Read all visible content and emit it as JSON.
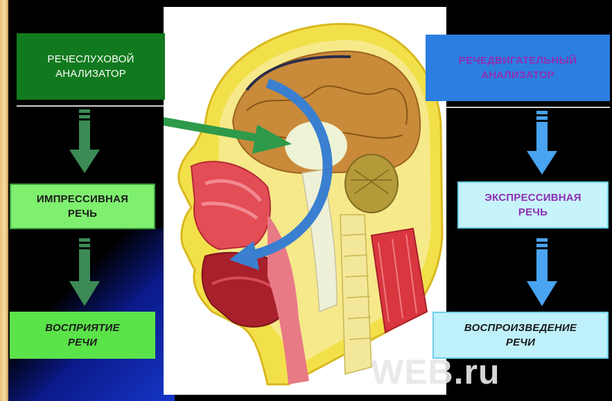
{
  "boxes": {
    "auditory_analyzer": [
      "РЕЧЕСЛУХОВОЙ",
      "АНАЛИЗАТОР"
    ],
    "motor_analyzer": [
      "РЕЧЕДВИГАТЕЛЬНЫЙ",
      "АНАЛИЗАТОР"
    ],
    "impressive_speech": [
      "ИМПРЕССИВНАЯ",
      "РЕЧЬ"
    ],
    "speech_perception": [
      "ВОСПРИЯТИЕ",
      "РЕЧИ"
    ],
    "expressive_speech": [
      "ЭКСПРЕССИВНАЯ",
      "РЕЧЬ"
    ],
    "speech_reproduction": [
      "ВОСПРОИЗВЕДЕНИЕ",
      "РЕЧИ"
    ]
  },
  "watermark": "WEB.ru",
  "colors": {
    "auditory": "#127a1e",
    "motor": "#2b7fe0",
    "purple_text": "#8e2fb3",
    "green_arrow": "#2e8a4a",
    "blue_arrow": "#4aa3f0"
  },
  "icons": {
    "head": "head-sagittal-section-illustration",
    "down_arrow": "down-arrow-icon",
    "right_arrow": "right-arrow-icon",
    "curved_arrow": "curved-arrow-icon"
  }
}
